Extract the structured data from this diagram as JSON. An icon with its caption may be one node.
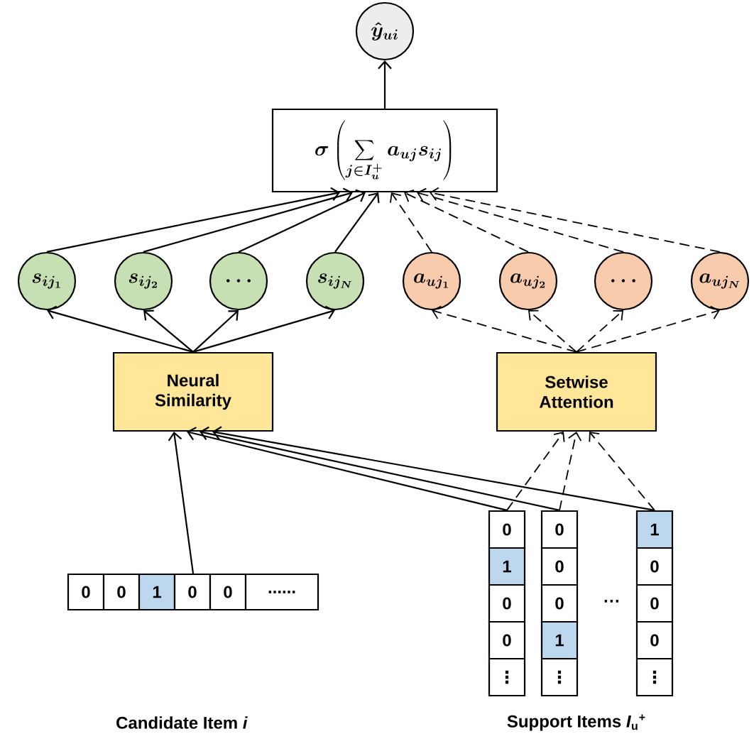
{
  "diagram": {
    "nodes": [
      {
        "text": [
          "\\hat{y}_{ui}"
        ]
      },
      {
        "text": [
          "\\sigma\\left(\\sum_{j\\in I_u^+} a_{uj}s_{ij}\\right)"
        ]
      },
      {
        "text": [
          "s_{ij_1}"
        ]
      },
      {
        "text": [
          "s_{ij_2}"
        ]
      },
      {
        "text": [
          "\\cdots"
        ]
      },
      {
        "text": [
          "s_{ij_N}"
        ]
      },
      {
        "text": [
          "a_{uj_1}"
        ]
      },
      {
        "text": [
          "a_{uj_2}"
        ]
      },
      {
        "text": [
          "\\cdots"
        ]
      },
      {
        "text": [
          "a_{uj_N}"
        ]
      },
      {
        "text": [
          "Neural Similarity"
        ]
      },
      {
        "text": [
          "Setwise Attention"
        ]
      },
      {
        "text": [
          "0",
          "0",
          "1",
          "0",
          "0",
          "......"
        ]
      },
      {
        "text": [
          "0",
          "1",
          "0",
          "0",
          "⋮"
        ]
      },
      {
        "text": [
          "0",
          "0",
          "0",
          "1",
          "⋮"
        ]
      },
      {
        "text": [
          "1",
          "0",
          "0",
          "0",
          "⋮"
        ]
      }
    ],
    "edges": [
      {
        "from": 1,
        "to": 0,
        "arrow": "to"
      },
      {
        "from": 2,
        "to": 1,
        "arrow": "to"
      },
      {
        "from": 3,
        "to": 1,
        "arrow": "to"
      },
      {
        "from": 4,
        "to": 1,
        "arrow": "to"
      },
      {
        "from": 5,
        "to": 1,
        "arrow": "to"
      },
      {
        "from": 6,
        "to": 1,
        "arrow": "to",
        "style": "dashed"
      },
      {
        "from": 7,
        "to": 1,
        "arrow": "to",
        "style": "dashed"
      },
      {
        "from": 8,
        "to": 1,
        "arrow": "to",
        "style": "dashed"
      },
      {
        "from": 9,
        "to": 1,
        "arrow": "to",
        "style": "dashed"
      },
      {
        "from": 10,
        "to": 2,
        "arrow": "to"
      },
      {
        "from": 10,
        "to": 3,
        "arrow": "to"
      },
      {
        "from": 10,
        "to": 4,
        "arrow": "to"
      },
      {
        "from": 10,
        "to": 5,
        "arrow": "to"
      },
      {
        "from": 11,
        "to": 6,
        "arrow": "to",
        "style": "dashed"
      },
      {
        "from": 11,
        "to": 7,
        "arrow": "to",
        "style": "dashed"
      },
      {
        "from": 11,
        "to": 8,
        "arrow": "to",
        "style": "dashed"
      },
      {
        "from": 11,
        "to": 9,
        "arrow": "to",
        "style": "dashed"
      },
      {
        "from": 12,
        "to": 10,
        "arrow": "to"
      },
      {
        "from": 13,
        "to": 10,
        "arrow": "to"
      },
      {
        "from": 14,
        "to": 10,
        "arrow": "to"
      },
      {
        "from": 15,
        "to": 10,
        "arrow": "to"
      },
      {
        "from": 13,
        "to": 11,
        "arrow": "to",
        "style": "dashed"
      },
      {
        "from": 14,
        "to": 11,
        "arrow": "to",
        "style": "dashed"
      },
      {
        "from": 15,
        "to": 11,
        "arrow": "to",
        "style": "dashed"
      }
    ],
    "labels": [
      "···",
      "Candidate Item *i*",
      "Support Items *I*$_{u}$$^{+}$"
    ]
  }
}
